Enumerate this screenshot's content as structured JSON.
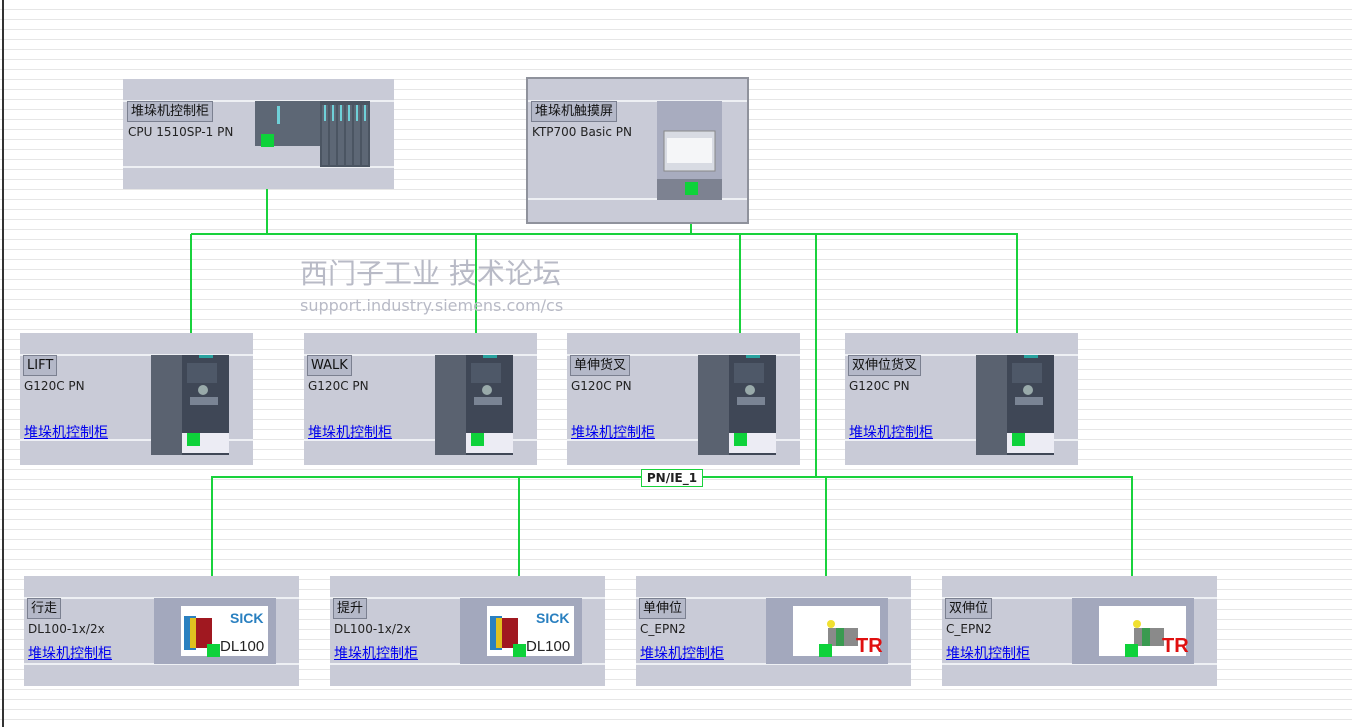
{
  "colors": {
    "network": "#19d23c",
    "device_bg": "#c9cbd7",
    "link": "#0000ee"
  },
  "network": {
    "name": "PN/IE_1"
  },
  "watermark": {
    "line1": "西门子工业 技术论坛",
    "line2": "support.industry.siemens.com/cs"
  },
  "devices": [
    {
      "id": "plc",
      "name": "堆垛机控制柜",
      "type": "CPU 1510SP-1 PN",
      "icon": "plc-et200sp-icon"
    },
    {
      "id": "hmi",
      "name": "堆垛机触摸屏",
      "type": "KTP700 Basic PN",
      "icon": "hmi-panel-icon"
    },
    {
      "id": "lift",
      "name": "LIFT",
      "type": "G120C PN",
      "link": "堆垛机控制柜",
      "icon": "drive-icon"
    },
    {
      "id": "walk",
      "name": "WALK",
      "type": "G120C PN",
      "link": "堆垛机控制柜",
      "icon": "drive-icon"
    },
    {
      "id": "fork1",
      "name": "单伸货叉",
      "type": "G120C PN",
      "link": "堆垛机控制柜",
      "icon": "drive-icon"
    },
    {
      "id": "fork2",
      "name": "双伸位货叉",
      "type": "G120C PN",
      "link": "堆垛机控制柜",
      "icon": "drive-icon"
    },
    {
      "id": "travel",
      "name": "行走",
      "type": "DL100-1x/2x",
      "link": "堆垛机控制柜",
      "icon": "sick-dl100-icon",
      "brand": "SICK",
      "model": "DL100"
    },
    {
      "id": "hoist",
      "name": "提升",
      "type": "DL100-1x/2x",
      "link": "堆垛机控制柜",
      "icon": "sick-dl100-icon",
      "brand": "SICK",
      "model": "DL100"
    },
    {
      "id": "single",
      "name": "单伸位",
      "type": "C_EPN2",
      "link": "堆垛机控制柜",
      "icon": "tr-encoder-icon",
      "brand": "TR"
    },
    {
      "id": "double",
      "name": "双伸位",
      "type": "C_EPN2",
      "link": "堆垛机控制柜",
      "icon": "tr-encoder-icon",
      "brand": "TR"
    }
  ]
}
